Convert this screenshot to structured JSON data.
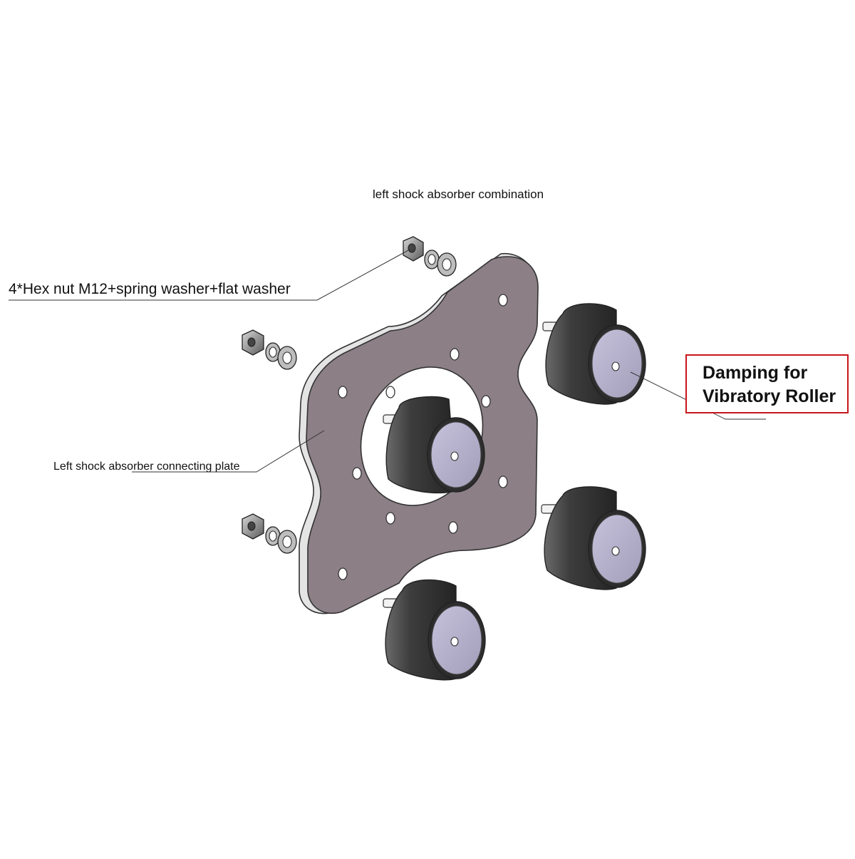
{
  "diagram": {
    "title": "left shock absorber combination",
    "labels": {
      "hex_nut": "4*Hex nut M12+spring washer+flat washer",
      "plate": "Left shock absorber connecting plate",
      "damping_line1": "Damping for",
      "damping_line2": "Vibratory Roller"
    },
    "colors": {
      "plate": "#8c7f86",
      "plate_edge": "#e6e6e6",
      "rubber": "#3d3d3d",
      "metal_face": "#b2aec8",
      "highlight_box": "#c8161d"
    },
    "icons": [
      "hex-nut-icon",
      "spring-washer-icon",
      "flat-washer-icon",
      "rubber-damper-icon"
    ]
  }
}
